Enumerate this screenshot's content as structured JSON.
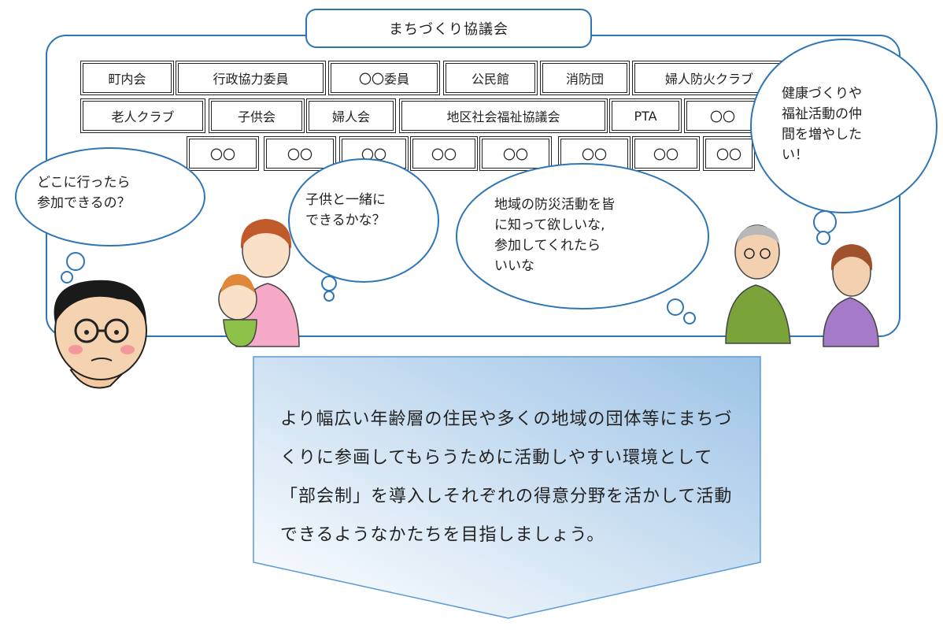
{
  "title": "まちづくり協議会",
  "organizations": {
    "row1": [
      "町内会",
      "行政協力委員",
      "〇〇委員",
      "公民館",
      "消防団",
      "婦人防火クラブ"
    ],
    "row2": [
      "老人クラブ",
      "子供会",
      "婦人会",
      "地区社会福祉協議会",
      "PTA",
      "〇〇"
    ],
    "row3": [
      "〇〇",
      "〇〇",
      "〇〇",
      "〇〇",
      "〇〇",
      "〇〇",
      "〇〇",
      "〇〇"
    ]
  },
  "bubbles": {
    "man": "どこに行ったら\n参加できるの？",
    "mother": "子供と一緒に\nできるかな？",
    "disaster": "地域の防災活動を皆\nに知って欲しいな,\n参加してくれたら\nいいな",
    "welfare": "健康づくりや\n福祉活動の仲\n間を増やした\nい！"
  },
  "conclusion": "より幅広い年齢層の住民や多くの地域の団体等にまちづくりに参画してもらうために活動しやすい環境として「部会制」を導入しそれぞれの得意分野を活かして活動できるようなかたちを目指しましょう。",
  "colors": {
    "frame": "#2e75b6",
    "arrow_light": "#deebf7",
    "arrow_dark": "#9dc3e6"
  }
}
